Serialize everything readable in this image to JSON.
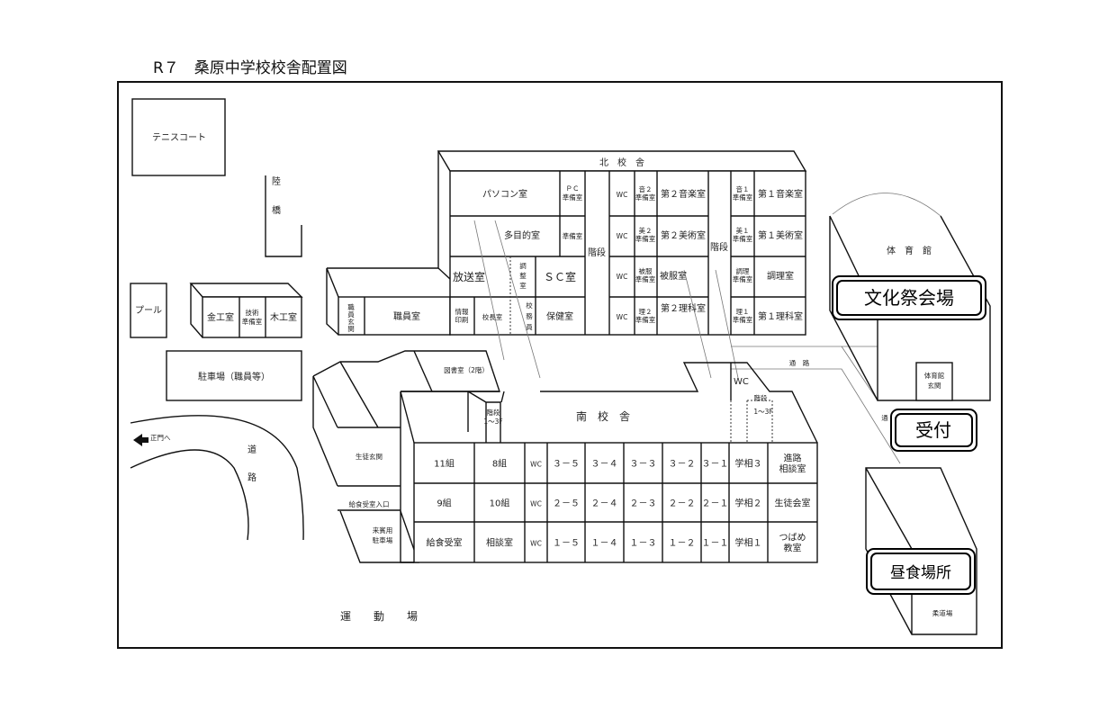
{
  "title": "R７　桑原中学校校舎配置図",
  "outdoor": {
    "tennis": "テニスコート",
    "bridge": [
      "陸",
      "橋"
    ],
    "pool": "プール",
    "parking_staff": "駐車場（職員等）",
    "main_gate": "正門へ",
    "road": [
      "道",
      "路"
    ],
    "sports_ground": [
      "運",
      "動",
      "場"
    ],
    "passage": "通　路",
    "passage2": "通",
    "lunch_entrance": "給食受室入口",
    "guest_parking": [
      "来賓用",
      "駐車場"
    ],
    "student_entrance": "生徒玄関",
    "library": "図書室（2階）"
  },
  "tech_building": {
    "rooms": [
      "金工室",
      [
        "技術",
        "準備室"
      ],
      "木工室"
    ]
  },
  "north": {
    "name": "北　校　舎",
    "staff_entrance": [
      "職",
      "員",
      "玄",
      "関"
    ],
    "staff_room": "職員室",
    "pc_room": "パソコン室",
    "pc_prep": [
      "ＰＣ",
      "準備室"
    ],
    "multi_room": "多目的室",
    "prep": "準備室",
    "broadcast": "放送室",
    "adjust": [
      "調",
      "整",
      "室"
    ],
    "sc_room": "ＳＣ室",
    "print": [
      "情報",
      "印刷"
    ],
    "principal": "校長室",
    "custodian": [
      "校",
      "務",
      "員"
    ],
    "health": "保健室",
    "stairs": "階段",
    "wc": "WC",
    "music2_prep": [
      "音２",
      "準備室"
    ],
    "music2": "第２音楽室",
    "art2_prep": [
      "美２",
      "準備室"
    ],
    "art2": "第２美術室",
    "sewing_prep": [
      "被服",
      "準備室"
    ],
    "sewing": "被服室",
    "sci2_prep": [
      "理２",
      "準備室"
    ],
    "sci2": "第２理科室",
    "music1_prep": [
      "音１",
      "準備室"
    ],
    "music1": "第１音楽室",
    "art1_prep": [
      "美１",
      "準備室"
    ],
    "art1": "第１美術室",
    "cook_prep": [
      "調理",
      "準備室"
    ],
    "cook": "調理室",
    "sci1_prep": [
      "理１",
      "準備室"
    ],
    "sci1": "第１理科室"
  },
  "south": {
    "name": "南　校　舎",
    "stairs_left": [
      "階段",
      "1～3F"
    ],
    "wc_top": "WC",
    "stairs_right": [
      "階段",
      "1～3F"
    ],
    "rows": [
      [
        "11組",
        "8組",
        "WC",
        "３－５",
        "３－４",
        "３－３",
        "３－２",
        "３－１",
        "学相３",
        [
          "進路",
          "相談室"
        ]
      ],
      [
        "9組",
        "10組",
        "WC",
        "２－５",
        "２－４",
        "２－３",
        "２－２",
        "２－１",
        "学相２",
        "生徒会室"
      ],
      [
        "給食受室",
        "相談室",
        "WC",
        "１－５",
        "１－４",
        "１－３",
        "１－２",
        "１－１",
        "学相１",
        [
          "つばめ",
          "教室"
        ]
      ]
    ]
  },
  "gym": {
    "name": "体　育　館",
    "entrance": [
      "体育館",
      "玄関"
    ],
    "judo": "柔道場"
  },
  "labels": {
    "festival": "文化祭会場",
    "reception": "受付",
    "lunch": "昼食場所"
  }
}
